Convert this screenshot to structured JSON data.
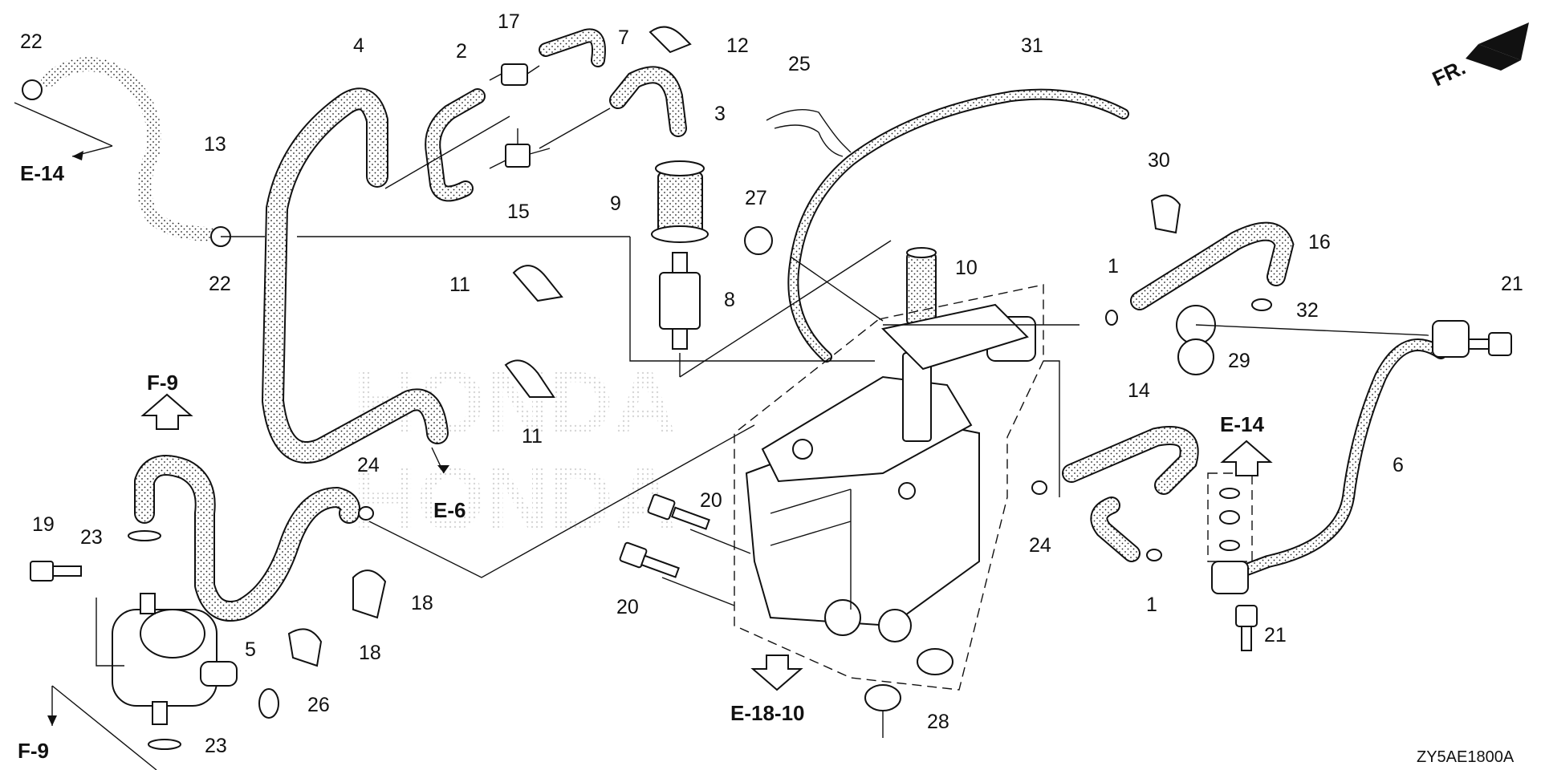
{
  "diagram_code": "ZY5AE1800A",
  "direction_marker": "FR.",
  "part_callouts": [
    "1",
    "1",
    "2",
    "3",
    "4",
    "5",
    "6",
    "7",
    "8",
    "9",
    "10",
    "11",
    "11",
    "12",
    "13",
    "14",
    "15",
    "16",
    "17",
    "18",
    "18",
    "19",
    "20",
    "20",
    "21",
    "21",
    "22",
    "22",
    "23",
    "23",
    "24",
    "24",
    "25",
    "26",
    "27",
    "28",
    "29",
    "30",
    "31",
    "32"
  ],
  "reference_labels": [
    "E-14",
    "E-14",
    "F-9",
    "F-9",
    "E-6",
    "E-18-10"
  ]
}
